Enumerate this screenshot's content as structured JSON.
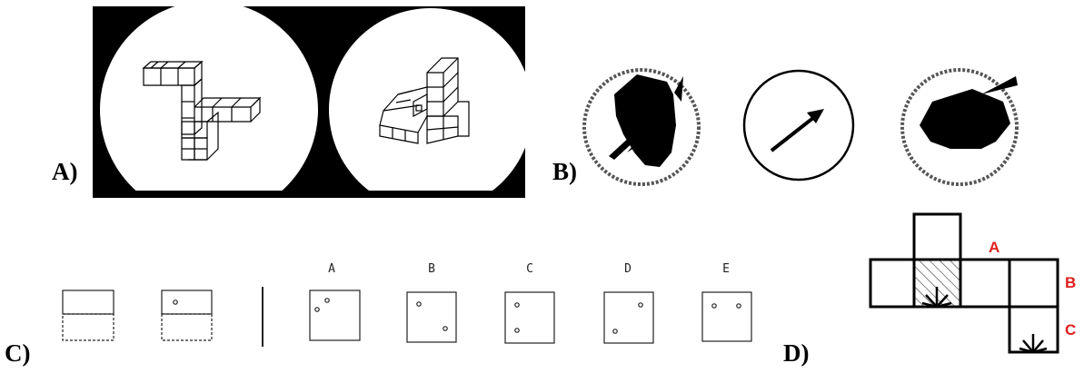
{
  "panels": {
    "a": {
      "label": "A)"
    },
    "b": {
      "label": "B)"
    },
    "c": {
      "label": "C)",
      "options": [
        "A",
        "B",
        "C",
        "D",
        "E"
      ]
    },
    "d": {
      "label": "D)",
      "edge_labels": [
        "A",
        "B",
        "C"
      ]
    }
  },
  "colors": {
    "ink": "#000000",
    "accent": "#e02020",
    "background": "#ffffff"
  }
}
